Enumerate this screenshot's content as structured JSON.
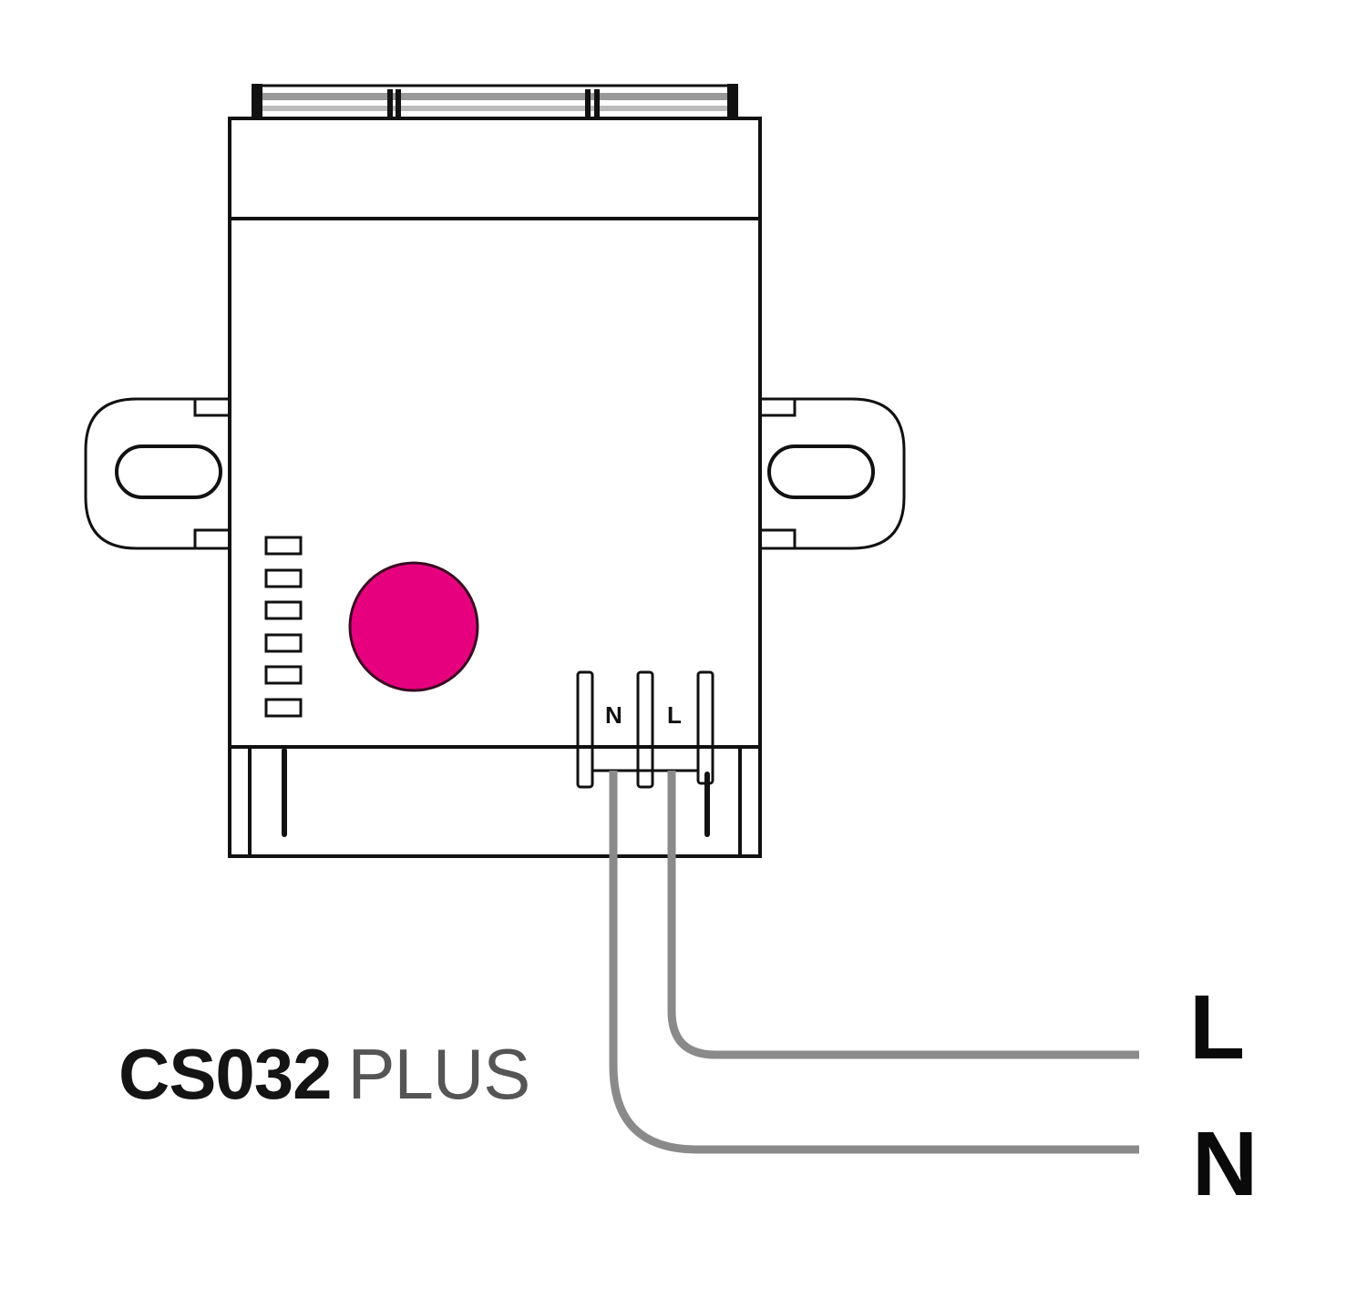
{
  "diagram": {
    "type": "wiring-diagram",
    "device": {
      "model_code": "CS032",
      "model_suffix": "PLUS",
      "terminals": [
        "N",
        "L"
      ],
      "led_color": "#e6007e",
      "vent_slots": 6
    },
    "wires": [
      {
        "id": "L",
        "label": "L",
        "from_terminal": "L",
        "color": "#8a8a8a"
      },
      {
        "id": "N",
        "label": "N",
        "from_terminal": "N",
        "color": "#8a8a8a"
      }
    ],
    "labels": {
      "terminal_n": "N",
      "terminal_l": "L",
      "wire_l": "L",
      "wire_n": "N"
    }
  }
}
